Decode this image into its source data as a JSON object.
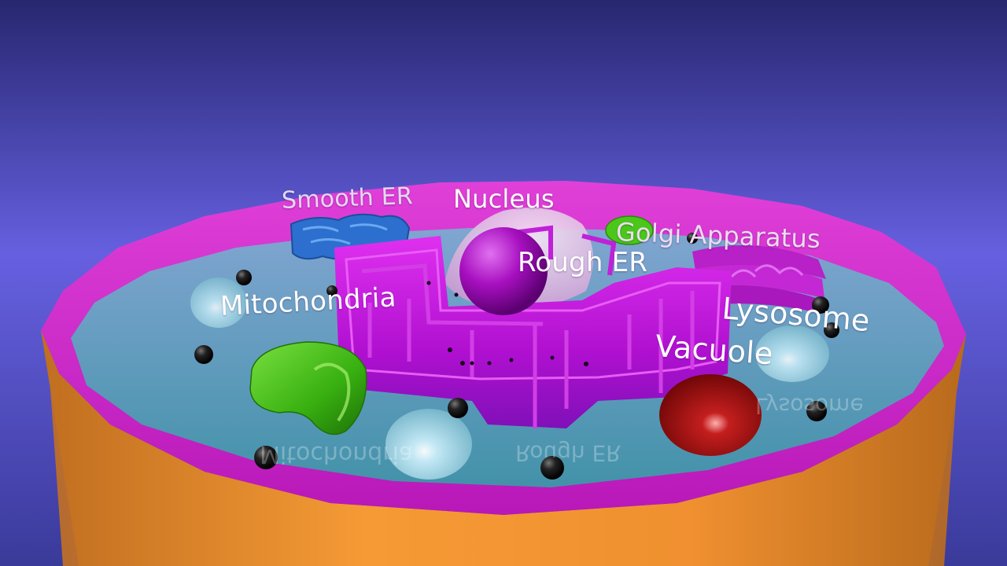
{
  "labels": {
    "smooth_er": "Smooth ER",
    "nucleus": "Nucleus",
    "golgi": "Golgi Apparatus",
    "rough_er": "Rough ER",
    "mitochondria": "Mitochondria",
    "lysosome": "Lysosome",
    "vacuole": "Vacuole"
  },
  "colors": {
    "background_top": "#2a2a7a",
    "background_mid": "#6a64e0",
    "membrane_outer": "#f0922f",
    "membrane_inner": "#d020c8",
    "cytoplasm": "#4fa8b8",
    "rough_er": "#c010d8",
    "smooth_er": "#2a6cc8",
    "nucleus": "#e8c8e8",
    "nucleolus": "#b010c8",
    "golgi": "#b018c8",
    "golgi_green_body": "#48c818",
    "mitochondria": "#40c010",
    "vacuole": "#b01010",
    "lysosome": "#a8dcec",
    "ribosome": "#111111"
  }
}
